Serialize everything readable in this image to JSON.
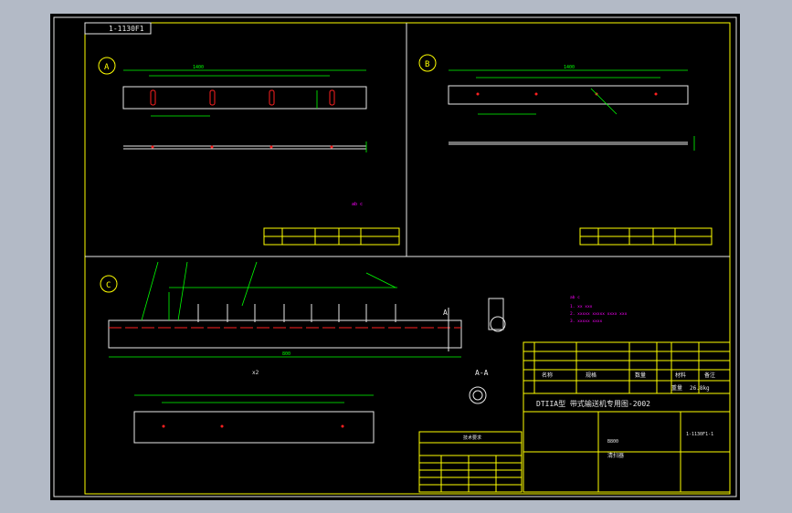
{
  "drawing_code": "1-1130F1",
  "views": {
    "a": {
      "label": "A",
      "total_length": "1400"
    },
    "b": {
      "label": "B",
      "total_length": "1400"
    },
    "c": {
      "label": "C",
      "section_label": "A",
      "total_length": "800"
    }
  },
  "section_title": "A-A",
  "scale_note": "x2",
  "title_block": {
    "main_title": "DTIIA型 带式输送机专用图-2002",
    "part_title": "清扫器",
    "drawing_no": "1-1130F1-1",
    "belt_width": "B800",
    "weight_label": "重量",
    "weight_value": "26.8kg",
    "row_name": "名称",
    "row_spec": "规格",
    "row_qty": "数量",
    "row_material": "材料",
    "row_note": "备注"
  },
  "tech_note_title": "技术要求"
}
